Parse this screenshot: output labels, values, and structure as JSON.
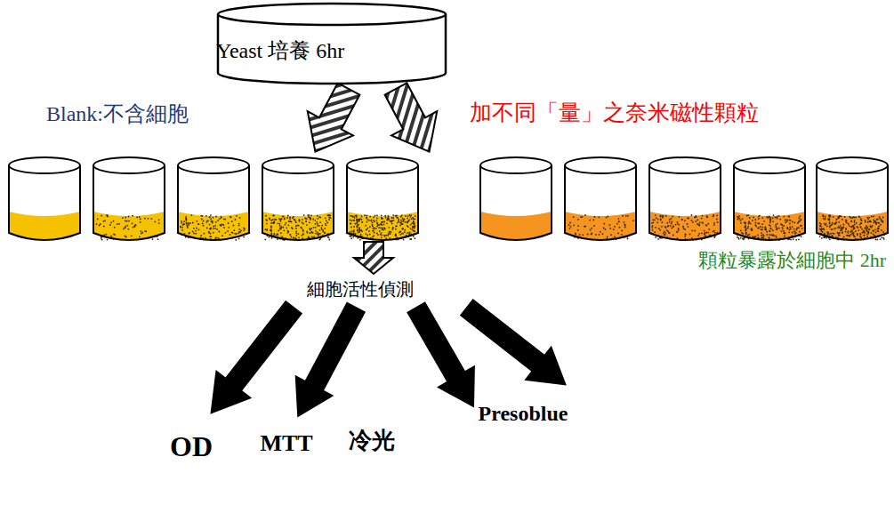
{
  "diagram": {
    "nodes": [
      {
        "text": [
          "Yeast 培養 6hr"
        ]
      }
    ],
    "labels": [
      "Blank:不含細胞",
      "加不同「量」之奈米磁性顆粒",
      "顆粒暴露於細胞中 2hr",
      "細胞活性偵測",
      "OD",
      "MTT",
      "冷光",
      "Presoblue"
    ]
  }
}
